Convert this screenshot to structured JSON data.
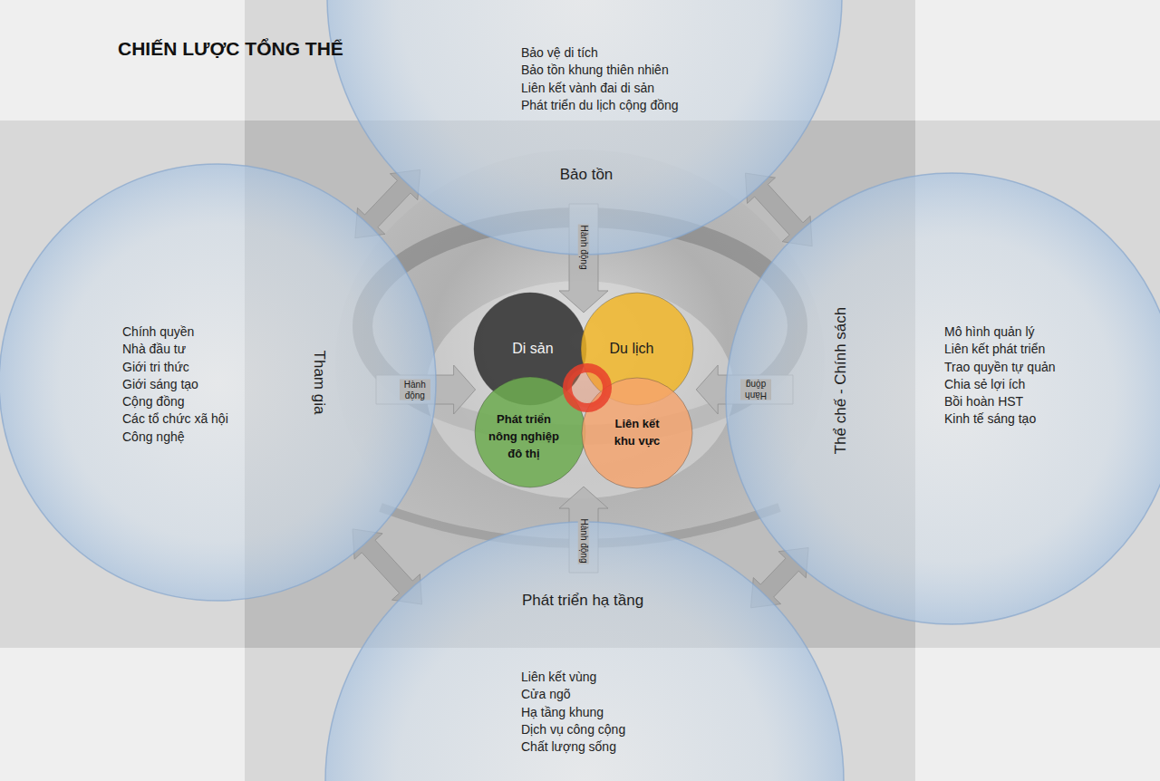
{
  "diagram": {
    "title": "CHIẾN LƯỢC TỔNG THỂ",
    "nodes": [
      {
        "text": [
          "Bảo tồn",
          "Bảo vệ di tích",
          "Bảo tồn khung thiên nhiên",
          "Liên kết vành đai di sản",
          "Phát triển du lịch cộng đồng"
        ]
      },
      {
        "text": [
          "Tham gia",
          "Chính quyền",
          "Nhà đầu tư",
          "Giới tri thức",
          "Giới sáng tạo",
          "Cộng đồng",
          "Các tổ chức xã hội",
          "Công nghệ"
        ]
      },
      {
        "text": [
          "Di sản"
        ]
      },
      {
        "text": [
          "Du lịch"
        ]
      },
      {
        "text": [
          "Phát triển nông nghiệp đô thị"
        ]
      },
      {
        "text": [
          "Liên kết khu vực"
        ]
      },
      {
        "text": [
          "Thể chế - Chính sách",
          "Mô hình quản lý",
          "Liên kết phát triển",
          "Trao quyền tự quản",
          "Chia sẻ lợi ích",
          "Bồi hoàn HST",
          "Kinh tế sáng tạo"
        ]
      },
      {
        "text": [
          "Phát triển hạ tầng",
          "Liên kết vùng",
          "Cửa ngõ",
          "Hạ tầng khung",
          "Dịch vụ công cộng",
          "Chất lượng sống"
        ]
      }
    ],
    "edges": [
      {
        "from": 0,
        "to": 2,
        "label": "Hành động",
        "arrow": "to"
      },
      {
        "from": 1,
        "to": 4,
        "label": "Hành động",
        "arrow": "to"
      },
      {
        "from": 6,
        "to": 5,
        "label": "Hành động",
        "arrow": "to"
      },
      {
        "from": 7,
        "to": 5,
        "label": "Hành động",
        "arrow": "to"
      },
      {
        "from": 0,
        "to": 1,
        "arrow": "both"
      },
      {
        "from": 0,
        "to": 6,
        "arrow": "both"
      },
      {
        "from": 1,
        "to": 7,
        "arrow": "both"
      },
      {
        "from": 6,
        "to": 7,
        "arrow": "both"
      }
    ]
  }
}
